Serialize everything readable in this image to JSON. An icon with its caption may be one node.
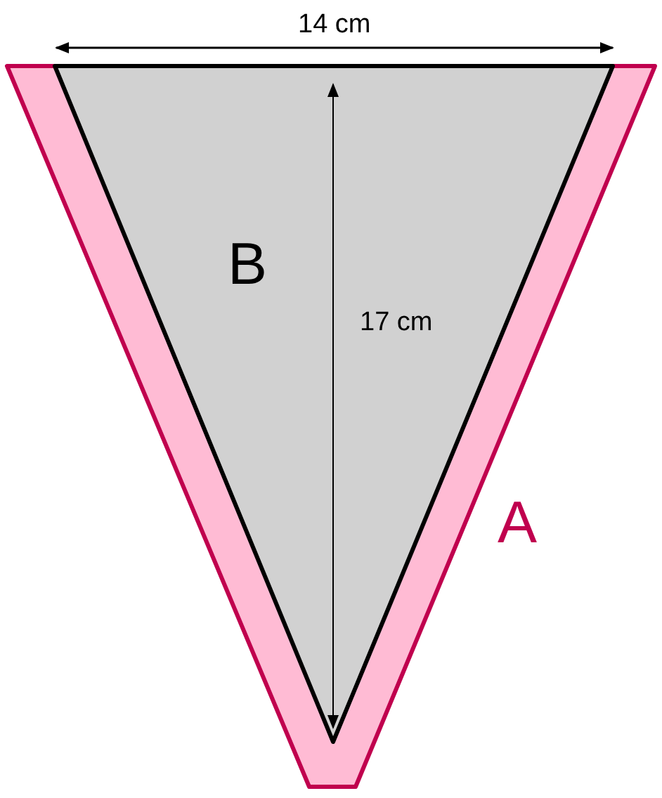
{
  "diagram": {
    "labels": [
      "14 cm",
      "B",
      "17 cm",
      "A"
    ]
  }
}
